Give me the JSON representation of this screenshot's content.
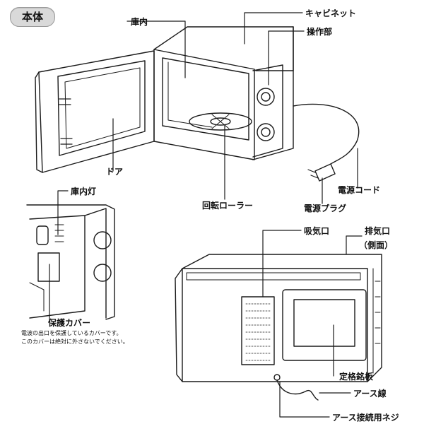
{
  "badge": {
    "title": "本体"
  },
  "labels": {
    "konai": "庫内",
    "cabinet": "キャビネット",
    "sosabu": "操作部",
    "door": "ドア",
    "dengen_cord": "電源コード",
    "dengen_plug": "電源プラグ",
    "kaiten_roller": "回転ローラー",
    "konaitou": "庫内灯",
    "hogo_cover": "保護カバー",
    "kyuukikou": "吸気口",
    "haikikou": "排気口",
    "haikikou_sub": "（側面）",
    "teikaku_meiban": "定格銘板",
    "earth_sen": "アース線",
    "earth_neji": "アース接続用ネジ"
  },
  "notes": {
    "line1": "電波の出口を保護しているカバーです。",
    "line2": "このカバーは絶対に外さないでください。"
  },
  "colors": {
    "line": "#1a1a1a",
    "badge": "#d9d9d9"
  }
}
